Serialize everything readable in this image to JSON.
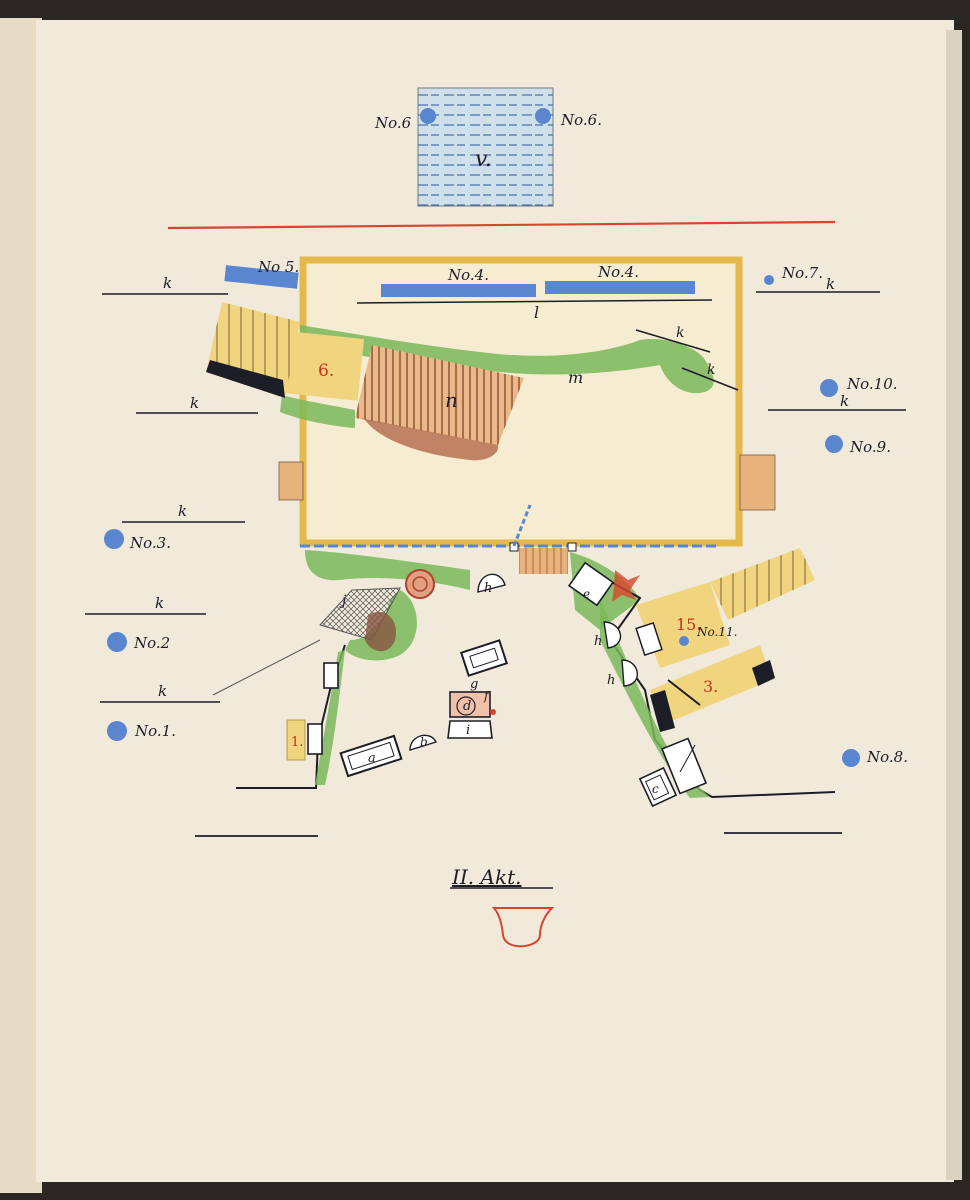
{
  "title": "II. Akt.",
  "water": {
    "letter": "v."
  },
  "positions": [
    {
      "id": "no6-left",
      "text": "No.6"
    },
    {
      "id": "no6-right",
      "text": "No.6."
    },
    {
      "id": "no5",
      "text": "No 5."
    },
    {
      "id": "no4-left",
      "text": "No.4."
    },
    {
      "id": "no4-right",
      "text": "No.4."
    },
    {
      "id": "no7",
      "text": "No.7."
    },
    {
      "id": "no10",
      "text": "No.10."
    },
    {
      "id": "no9",
      "text": "No.9."
    },
    {
      "id": "no3",
      "text": "No.3."
    },
    {
      "id": "no2",
      "text": "No.2"
    },
    {
      "id": "no1",
      "text": "No.1."
    },
    {
      "id": "no8",
      "text": "No.8."
    },
    {
      "id": "no11",
      "text": "No.11."
    }
  ],
  "letters": {
    "k": "k",
    "l": "l",
    "m": "m",
    "n": "n",
    "h": "h",
    "j": "j",
    "g": "g",
    "f": "f",
    "d": "d",
    "e": "e",
    "i": "i",
    "a": "a",
    "b": "b",
    "c": "c"
  },
  "numbers": {
    "six": "6.",
    "one": "1.",
    "fifteen": "15.",
    "three": "3."
  },
  "colors": {
    "paper": "#f1eadb",
    "yellow": "#f1d47e",
    "green": "#7ab95a",
    "blue": "#5a86cf",
    "red": "#d8452e",
    "brown": "#b06a4a",
    "ink": "#1d1d28"
  }
}
